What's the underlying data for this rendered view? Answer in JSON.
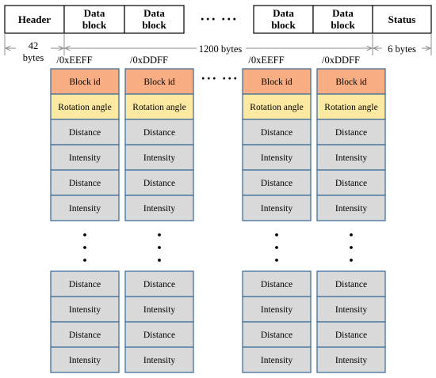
{
  "header_row": {
    "header": "Header",
    "data_block_line1": "Data",
    "data_block_line2": "block",
    "ellipsis": "··· ···",
    "status": "Status"
  },
  "byte_labels": {
    "header_num": "42",
    "header_unit": "bytes",
    "data": "1200 bytes",
    "status": "6 bytes"
  },
  "block_ids": [
    "/0xEEFF",
    "/0xDDFF",
    "/0xEEFF",
    "/0xDDFF"
  ],
  "cells": {
    "block_id": "Block id",
    "rotation": "Rotation angle",
    "distance": "Distance",
    "intensity": "Intensity"
  },
  "ellipsis_mid": "··· ···",
  "colors": {
    "block_id_fill": "#f8ad82",
    "rotation_fill": "#fde9a2",
    "data_fill": "#d9d9d9",
    "cell_border": "#41719c",
    "line": "#000000",
    "arrow": "#8c8c8c"
  }
}
